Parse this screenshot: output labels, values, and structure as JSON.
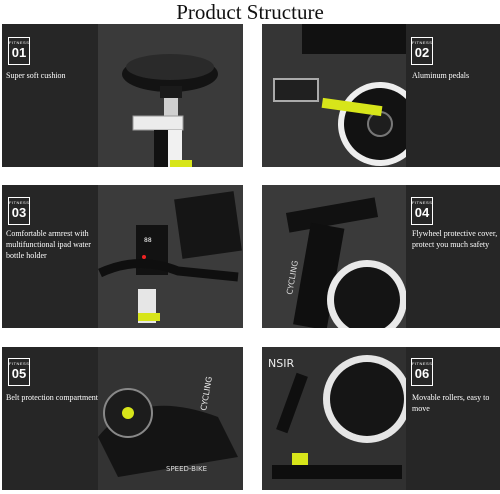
{
  "title": "Product Structure",
  "panels": [
    {
      "badge_label": "FITNESS",
      "number": "01",
      "caption": "Super soft cushion"
    },
    {
      "badge_label": "FITNESS",
      "number": "02",
      "caption": "Aluminum pedals"
    },
    {
      "badge_label": "FITNESS",
      "number": "03",
      "caption": "Comfortable armrest with multifunctional ipad water bottle holder"
    },
    {
      "badge_label": "FITNESS",
      "number": "04",
      "caption": "Flywheel protective cover, protect you much safety"
    },
    {
      "badge_label": "FITNESS",
      "number": "05",
      "caption": "Belt protection compartment"
    },
    {
      "badge_label": "FITNESS",
      "number": "06",
      "caption": "Movable rollers, easy to move"
    }
  ],
  "printed_text": {
    "p3_display": "88",
    "p4_frame": "CYCLING",
    "p5_frame": "CYCLING",
    "p5_cover": "SPEED-BIKE",
    "p6_frame": "NSIR"
  },
  "colors": {
    "accent": "#d7e51a",
    "panel_dark": "#262626",
    "frame_black": "#111111"
  }
}
